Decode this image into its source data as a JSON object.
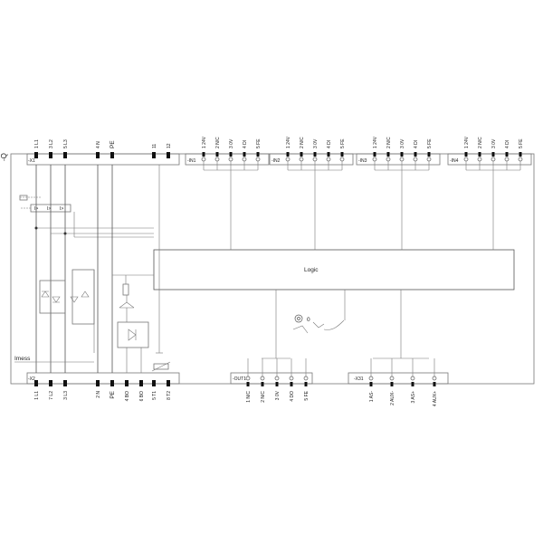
{
  "device_label": "-Q",
  "logic_label": "Logic",
  "imess_label": "Imess",
  "x1": {
    "label": "-X1",
    "terminals": [
      {
        "num": "1",
        "sig": "L1"
      },
      {
        "num": "3",
        "sig": "L2"
      },
      {
        "num": "5",
        "sig": "L3"
      },
      {
        "num": "4",
        "sig": "N"
      },
      {
        "num": "",
        "sig": "PE"
      },
      {
        "num": "11",
        "sig": ""
      },
      {
        "num": "12",
        "sig": ""
      }
    ]
  },
  "x2": {
    "label": "-X2",
    "terminals": [
      {
        "num": "1",
        "sig": "L1"
      },
      {
        "num": "7",
        "sig": "L2"
      },
      {
        "num": "3",
        "sig": "L3"
      },
      {
        "num": "2",
        "sig": "N"
      },
      {
        "num": "",
        "sig": "PE"
      },
      {
        "num": "4",
        "sig": "BO"
      },
      {
        "num": "6",
        "sig": "BO"
      },
      {
        "num": "5",
        "sig": "T1"
      },
      {
        "num": "8",
        "sig": "T2"
      }
    ]
  },
  "in_blocks": [
    {
      "label": "-IN1",
      "pins": [
        {
          "num": "1",
          "sig": "24V"
        },
        {
          "num": "2",
          "sig": "N/C"
        },
        {
          "num": "3",
          "sig": "0V"
        },
        {
          "num": "4",
          "sig": "DI"
        },
        {
          "num": "5",
          "sig": "FE"
        }
      ]
    },
    {
      "label": "-IN2",
      "pins": [
        {
          "num": "1",
          "sig": "24V"
        },
        {
          "num": "2",
          "sig": "N/C"
        },
        {
          "num": "3",
          "sig": "0V"
        },
        {
          "num": "4",
          "sig": "DI"
        },
        {
          "num": "5",
          "sig": "FE"
        }
      ]
    },
    {
      "label": "-IN3",
      "pins": [
        {
          "num": "1",
          "sig": "24V"
        },
        {
          "num": "2",
          "sig": "N/C"
        },
        {
          "num": "3",
          "sig": "0V"
        },
        {
          "num": "4",
          "sig": "DI"
        },
        {
          "num": "5",
          "sig": "FE"
        }
      ]
    },
    {
      "label": "-IN4",
      "pins": [
        {
          "num": "1",
          "sig": "24V"
        },
        {
          "num": "2",
          "sig": "N/C"
        },
        {
          "num": "3",
          "sig": "0V"
        },
        {
          "num": "4",
          "sig": "DI"
        },
        {
          "num": "5",
          "sig": "FE"
        }
      ]
    }
  ],
  "out1": {
    "label": "-OUT1",
    "pins": [
      {
        "num": "1",
        "sig": "N/C"
      },
      {
        "num": "2",
        "sig": "N/C"
      },
      {
        "num": "3",
        "sig": "0V"
      },
      {
        "num": "4",
        "sig": "DO"
      },
      {
        "num": "5",
        "sig": "FE"
      }
    ]
  },
  "x31": {
    "label": "-X31",
    "pins": [
      {
        "num": "1",
        "sig": "AS-"
      },
      {
        "num": "2",
        "sig": "AUX-"
      },
      {
        "num": "3",
        "sig": "AS+"
      },
      {
        "num": "4",
        "sig": "AUX+"
      }
    ]
  },
  "selector_value": "0"
}
